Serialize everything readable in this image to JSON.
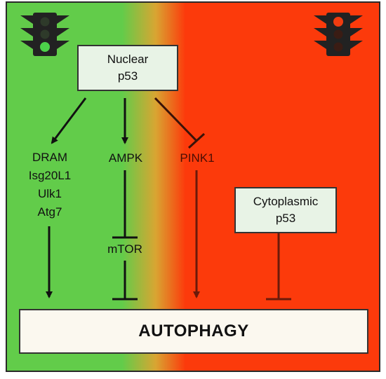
{
  "colors": {
    "green_region": "#62cc4a",
    "red_region": "#fc3a0b",
    "border": "#2a2a2a",
    "traffic_light_body": "#222222",
    "green_light": "#4cd24a",
    "red_light": "#f03c10",
    "box_fill": "#e8f3e6",
    "autophagy_fill": "#fbf8ef"
  },
  "icons": [
    "traffic-light-green-icon",
    "traffic-light-red-icon"
  ],
  "nodes": {
    "nuclear_p53": {
      "line1": "Nuclear",
      "line2": "p53"
    },
    "cytoplasmic_p53": {
      "line1": "Cytoplasmic",
      "line2": "p53"
    },
    "green_targets": [
      "DRAM",
      "Isg20L1",
      "Ulk1",
      "Atg7"
    ],
    "ampk": "AMPK",
    "mtor": "mTOR",
    "pink1": "PINK1",
    "autophagy": "AUTOPHAGY"
  }
}
